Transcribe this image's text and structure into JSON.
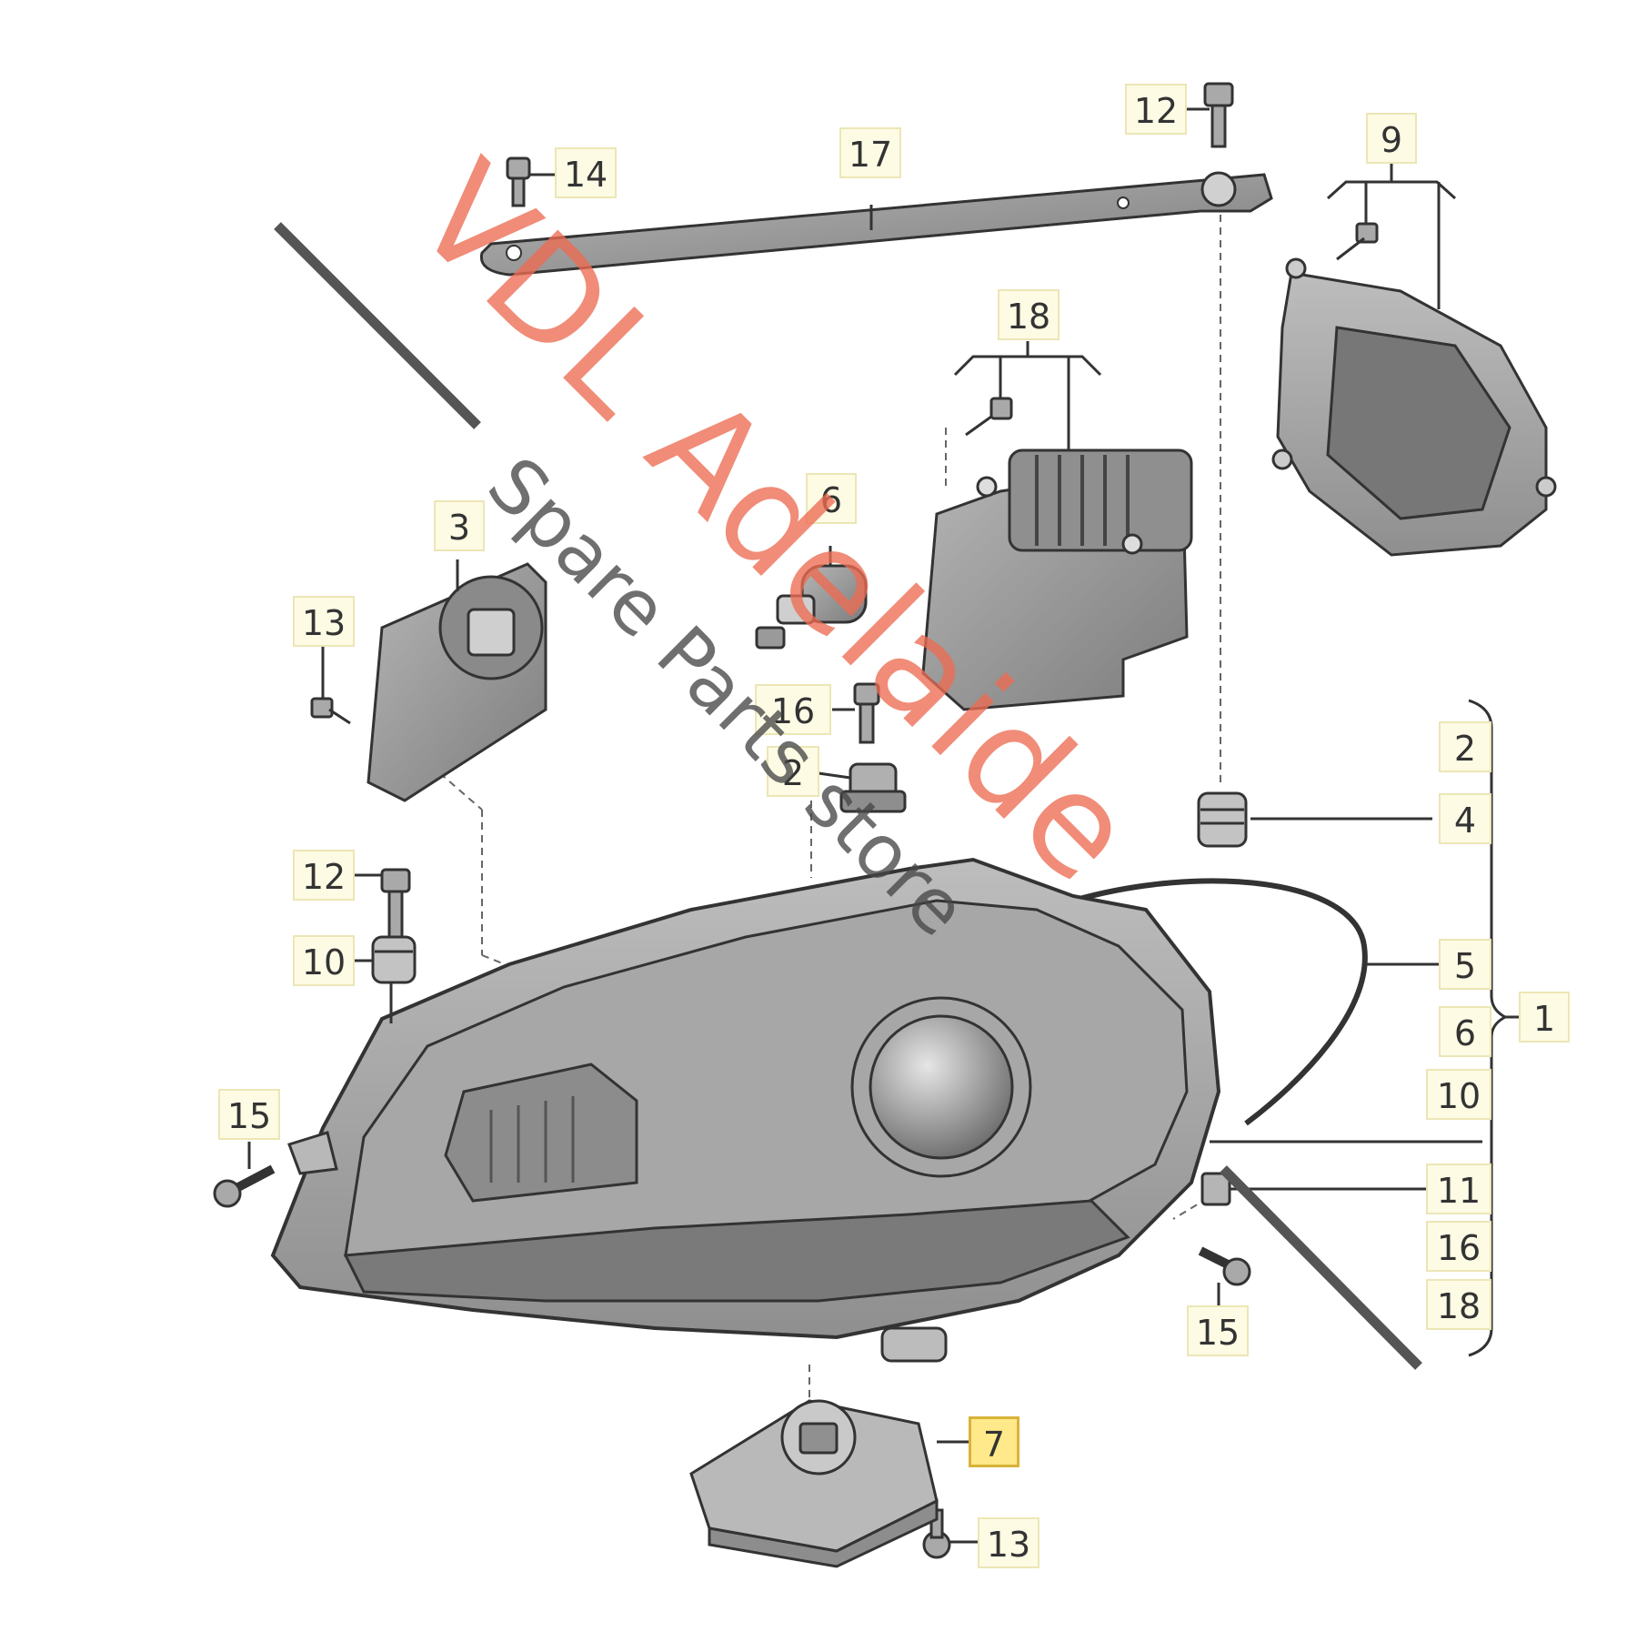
{
  "diagram": {
    "callouts": {
      "c1": "1",
      "c2a": "2",
      "c2b": "2",
      "c3": "3",
      "c4": "4",
      "c5": "5",
      "c6a": "6",
      "c6b": "6",
      "c7": "7",
      "c9": "9",
      "c10a": "10",
      "c10b": "10",
      "c11": "11",
      "c12a": "12",
      "c12b": "12",
      "c13a": "13",
      "c13b": "13",
      "c14": "14",
      "c15a": "15",
      "c15b": "15",
      "c16a": "16",
      "c16b": "16",
      "c17": "17",
      "c18a": "18",
      "c18b": "18"
    },
    "selected_part": "7",
    "colors": {
      "label_bg": "#fdfbe4",
      "selected_bg": "#ffe98a",
      "line": "#333333"
    }
  },
  "watermark": {
    "line1": "VDL Adelaide",
    "line2": "Spare Parts store",
    "color": "#ec6c52"
  }
}
